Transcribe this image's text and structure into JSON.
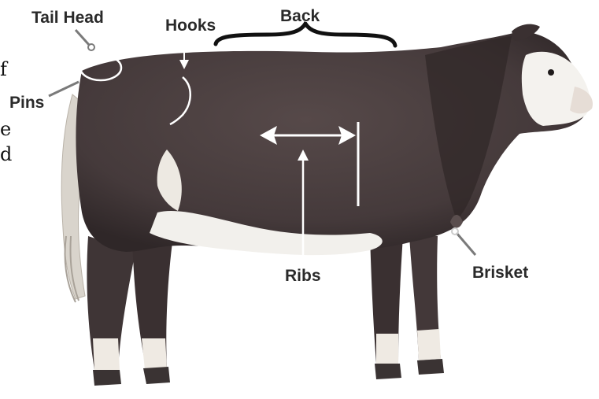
{
  "labels": {
    "tail_head": "Tail Head",
    "hooks": "Hooks",
    "back": "Back",
    "pins": "Pins",
    "ribs": "Ribs",
    "brisket": "Brisket"
  },
  "side_text_fragments": [
    "f",
    "e",
    "d"
  ],
  "colors": {
    "hide": "#4a3e3f",
    "hide_dark": "#2e2627",
    "white_markings": "#f2f0ec",
    "label_text": "#2a2a2a",
    "indicator_lines": "#ffffff",
    "leader_lines": "#7a7a7a"
  }
}
